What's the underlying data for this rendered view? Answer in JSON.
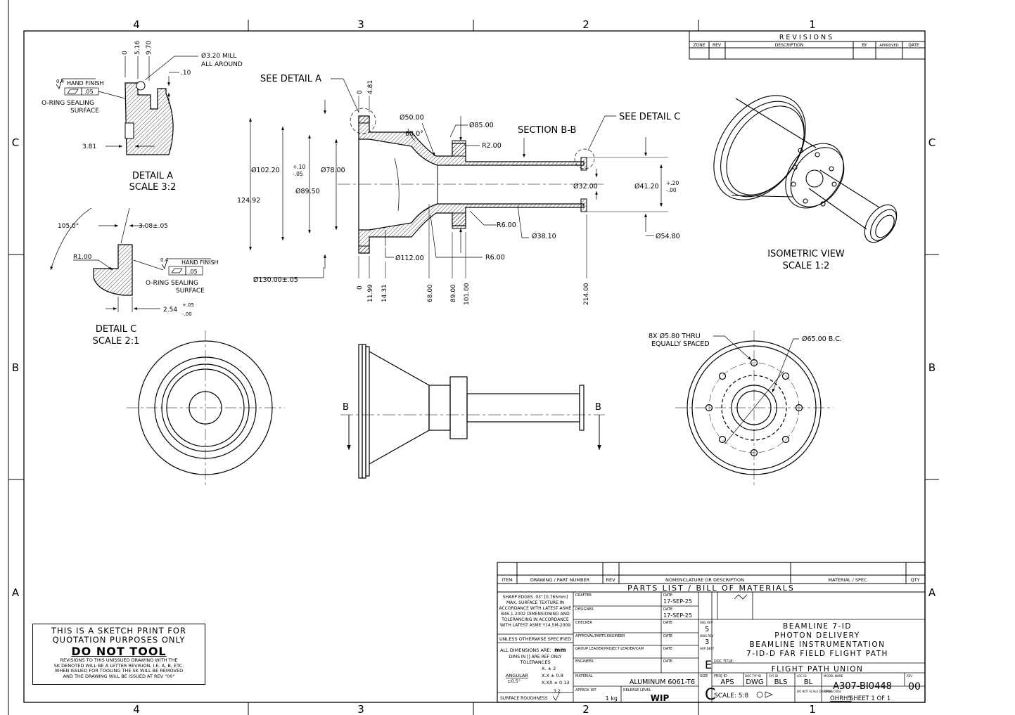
{
  "zones": {
    "columns": [
      "4",
      "3",
      "2",
      "1"
    ],
    "rows": [
      "C",
      "B",
      "A"
    ]
  },
  "revisions": {
    "title": "REVISIONS",
    "headers": [
      "ZONE",
      "REV",
      "DESCRIPTION",
      "BY",
      "APPROVED",
      "DATE"
    ]
  },
  "detail_a": {
    "title": "DETAIL A",
    "scale": "SCALE 3:2",
    "dims": [
      "0",
      "5.16",
      "9.70",
      "Ø3.20 MILL",
      "ALL AROUND",
      ".10",
      "3.81",
      "HAND FINISH",
      ".05",
      "0.4",
      "O-RING SEALING",
      "SURFACE"
    ]
  },
  "detail_c": {
    "title": "DETAIL C",
    "scale": "SCALE 2:1",
    "dims": [
      "105.0°",
      "3.08±.05",
      "R1.00",
      "HAND FINISH",
      ".05",
      "0.4",
      "O-RING SEALING",
      "SURFACE",
      "2.54",
      "+.05",
      "-.00"
    ]
  },
  "section": {
    "title": "SECTION B-B",
    "see_a": "SEE DETAIL A",
    "see_c": "SEE DETAIL C",
    "dims": {
      "d50": "Ø50.00",
      "d85": "Ø85.00",
      "a60": "60.0°",
      "r2": "R2.00",
      "d102": "Ø102.20",
      "d102tol_p": "+.10",
      "d102tol_m": "-.05",
      "d78": "Ø78.00",
      "d89": "Ø89.50",
      "h124": "124.92",
      "r6a": "R6.00",
      "r6b": "R6.00",
      "d112": "Ø112.00",
      "d38": "Ø38.10",
      "d32": "Ø32.00",
      "d41": "Ø41.20",
      "d41tol_p": "+.20",
      "d41tol_m": "-.00",
      "d54": "Ø54.80",
      "d130": "Ø130.00±.05",
      "top0": "0",
      "top481": "4.81",
      "b0": "0",
      "b1199": "11.99",
      "b1431": "14.31",
      "b6800": "68.00",
      "b8900": "89.00",
      "b10100": "101.00",
      "b21400": "214.00"
    }
  },
  "iso": {
    "title": "ISOMETRIC VIEW",
    "scale": "SCALE 1:2"
  },
  "side_view": {
    "cut_left": "B",
    "cut_right": "B"
  },
  "end_view": {
    "holes": "8X Ø5.80 THRU",
    "spacing": "EQUALLY SPACED",
    "bc": "Ø65.00 B.C."
  },
  "sketch_note": {
    "l1": "THIS IS A SKETCH PRINT FOR",
    "l2": "QUOTATION PURPOSES ONLY",
    "l3": "DO NOT TOOL",
    "s1": "REVISIONS TO THIS UNISSUED DRAWING WITH THE",
    "s2": "SK DENOTED WILL BE A LETTER REVISION, I.E.  A, B, ETC.",
    "s3": "WHEN ISSUED FOR TOOLING THE SK WILL BE REMOVED",
    "s4": "AND THE DRAWING WILL BE ISSUED AT REV \"00\""
  },
  "bom": {
    "headers": {
      "item": "ITEM",
      "drawing": "DRAWING / PART NUMBER",
      "rev": "REV",
      "nomenclature": "NOMENCLATURE OR DESCRIPTION",
      "material": "MATERIAL / SPEC.",
      "qty": "QTY"
    },
    "title": "PARTS LIST / BILL OF MATERIALS"
  },
  "title_block": {
    "notes": [
      "SHARP EDGES .03\" [0.765mm]",
      "MAX. SURFACE TEXTURE IN",
      "ACCORDANCE WITH LATEST ASME",
      "B46.1-2002 DIMENSIONING AND",
      "TOLERANCING IN ACCORDANCE",
      "WITH LATEST ASME Y14.5M-2009"
    ],
    "unless": "UNLESS OTHERWISE SPECIFIED",
    "all_dims": "ALL DIMENSIONS ARE:",
    "units": "mm",
    "ref": "DIMS IN [] ARE REF ONLY",
    "tolerances": "TOLERANCES",
    "tol_x": "X.   ± 2",
    "angular": "ANGULAR",
    "ang_val": "±0.5°",
    "tol_xx": "X.X  ± 0.8",
    "tol_xxx": "X.XX ± 0.13",
    "roughness_label": "SURFACE ROUGHNESS",
    "roughness_val": "3.2",
    "drafter": "DRAFTER",
    "designer": "DESIGNER",
    "checker": "CHECKER",
    "approval": "APPROVAL/PARTS ENGINEER",
    "group_leader": "GROUP LEADER/PROJECT LEADER/CAM",
    "engineer": "ENGINEER",
    "date_label": "DATE",
    "date1": "17-SEP-25",
    "date2": "17-SEP-25",
    "wbs_label": "WBL REV",
    "wbs_val": "5",
    "dwg_label": "DWG REV",
    "dwg_val": "3",
    "grp_label": "GRP DEST",
    "size_val": "E",
    "t1": "BEAMLINE 7-ID",
    "t2": "PHOTON DELIVERY",
    "t3": "BEAMLINE INSTRUMENTATION",
    "t4": "7-ID-D FAR FIELD FLIGHT PATH",
    "doc_title_label": "DOC TITLE:",
    "doc_title": "FLIGHT PATH UNION",
    "material_label": "MATERIAL",
    "material": "ALUMINUM 6061-T6",
    "approx_label": "APPROX WT:",
    "weight": "1  kg",
    "release_label": "RELEASE LEVEL",
    "release": "WIP",
    "size_label": "SIZE",
    "size": "C",
    "proj_label": "PROJ ID",
    "proj": "APS",
    "doctype_label": "DOC TYP ID",
    "doctype": "DWG",
    "sys_label": "SYS ID",
    "sys": "BLS",
    "loc_label": "LOC ID",
    "loc": "BL",
    "model_label": "MODEL NAME",
    "model": "A307-BI0448",
    "rev_label": "REV",
    "rev": "00",
    "scale": "SCALE: 5:8",
    "dns": "DO NOT SCALE DRAWING",
    "cage_label": "CAGE CODE",
    "cage": "OHRH5",
    "sheet": "SHEET  1  OF  1"
  }
}
